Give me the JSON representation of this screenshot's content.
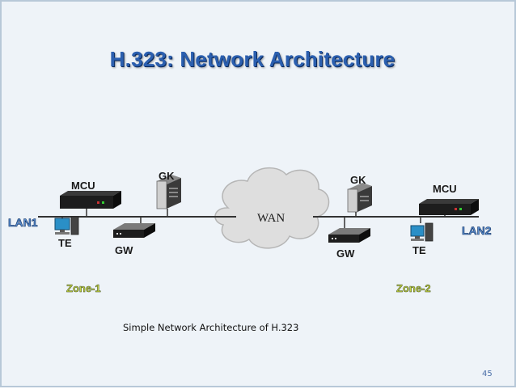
{
  "title": "H.323: Network Architecture",
  "cloud_label": "WAN",
  "lan_labels": {
    "left": "LAN1",
    "right": "LAN2"
  },
  "devices": {
    "left_mcu": "MCU",
    "left_gk": "GK",
    "left_te": "TE",
    "left_gw": "GW",
    "right_gk": "GK",
    "right_mcu": "MCU",
    "right_gw": "GW",
    "right_te": "TE"
  },
  "zones": {
    "left": "Zone-1",
    "right": "Zone-2"
  },
  "caption": "Simple Network Architecture of H.323",
  "page_number": "45",
  "colors": {
    "title": "#2b5faf",
    "zone": "#c8d64b",
    "background": "#eef3f8"
  }
}
